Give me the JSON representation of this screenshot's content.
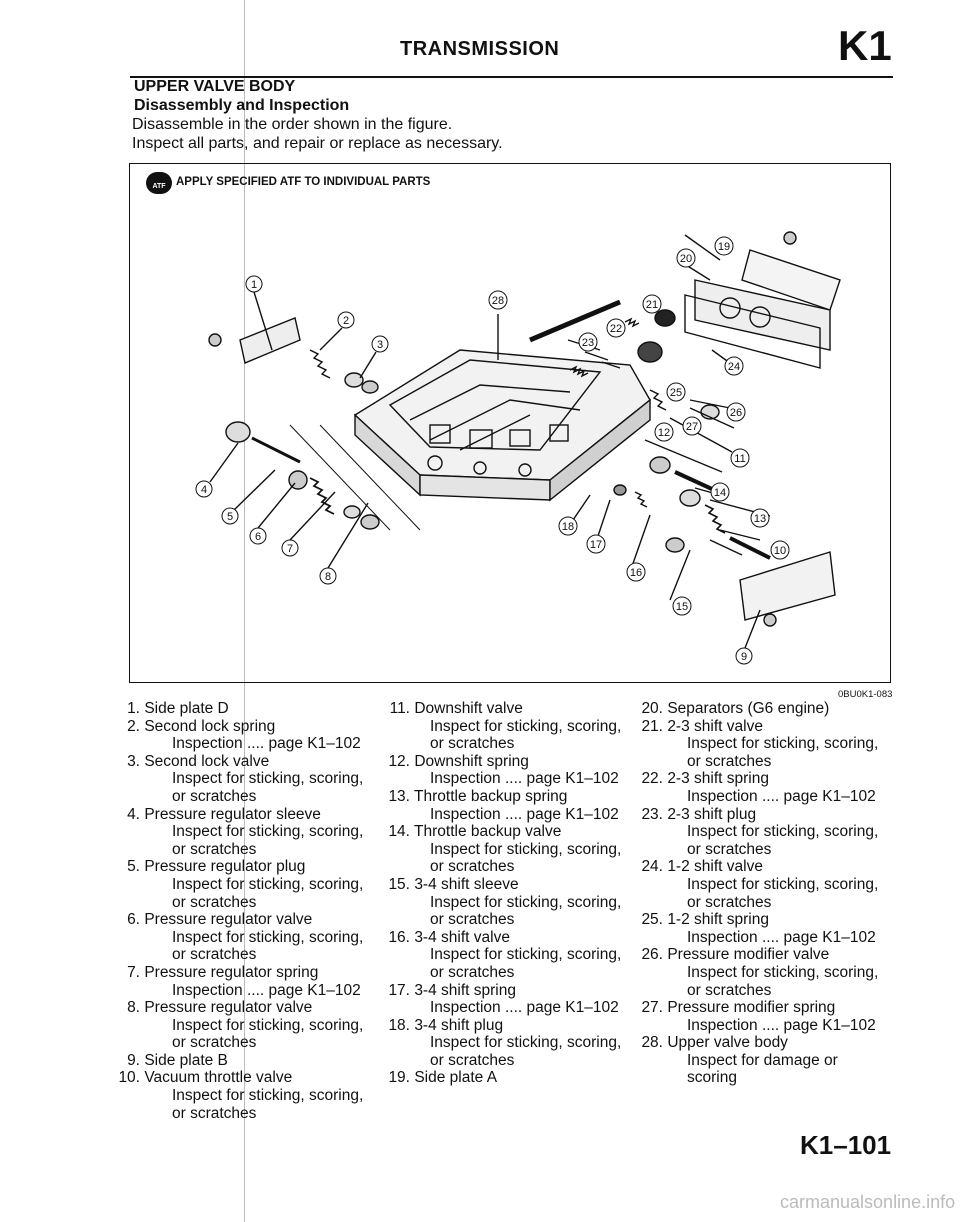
{
  "header": {
    "title": "TRANSMISSION",
    "section": "K1"
  },
  "section_title": "UPPER VALVE BODY",
  "section_subtitle": "Disassembly and Inspection",
  "intro_lines": [
    "Disassemble in the order shown in the figure.",
    "Inspect all parts, and repair or replace as necessary."
  ],
  "figure": {
    "atf_badge": "ATF",
    "atf_note": "APPLY SPECIFIED ATF TO INDIVIDUAL PARTS",
    "code": "0BU0K1-083",
    "callouts": [
      "1",
      "2",
      "3",
      "4",
      "5",
      "6",
      "7",
      "8",
      "9",
      "10",
      "11",
      "12",
      "13",
      "14",
      "15",
      "16",
      "17",
      "18",
      "19",
      "20",
      "21",
      "22",
      "23",
      "24",
      "25",
      "26",
      "27",
      "28"
    ]
  },
  "parts_columns": [
    [
      {
        "num": "1.",
        "lines": [
          "Side plate D"
        ]
      },
      {
        "num": "2.",
        "lines": [
          "Second lock spring",
          "Inspection .... page K1–102"
        ]
      },
      {
        "num": "3.",
        "lines": [
          "Second lock valve",
          "Inspect for sticking, scoring,",
          "or scratches"
        ]
      },
      {
        "num": "4.",
        "lines": [
          "Pressure regulator sleeve",
          "Inspect for sticking, scoring,",
          "or scratches"
        ]
      },
      {
        "num": "5.",
        "lines": [
          "Pressure regulator plug",
          "Inspect for sticking, scoring,",
          "or scratches"
        ]
      },
      {
        "num": "6.",
        "lines": [
          "Pressure regulator valve",
          "Inspect for sticking, scoring,",
          "or scratches"
        ]
      },
      {
        "num": "7.",
        "lines": [
          "Pressure regulator spring",
          "Inspection .... page K1–102"
        ]
      },
      {
        "num": "8.",
        "lines": [
          "Pressure regulator valve",
          "Inspect for sticking, scoring,",
          "or scratches"
        ]
      },
      {
        "num": "9.",
        "lines": [
          "Side plate B"
        ]
      },
      {
        "num": "10.",
        "lines": [
          "Vacuum throttle valve",
          "Inspect for sticking, scoring,",
          "or scratches"
        ]
      }
    ],
    [
      {
        "num": "11.",
        "lines": [
          "Downshift valve",
          "Inspect for sticking, scoring,",
          "or scratches"
        ]
      },
      {
        "num": "12.",
        "lines": [
          "Downshift spring",
          "Inspection .... page K1–102"
        ]
      },
      {
        "num": "13.",
        "lines": [
          "Throttle backup spring",
          "Inspection .... page K1–102"
        ]
      },
      {
        "num": "14.",
        "lines": [
          "Throttle backup valve",
          "Inspect for sticking, scoring,",
          "or scratches"
        ]
      },
      {
        "num": "15.",
        "lines": [
          "3-4 shift sleeve",
          "Inspect for sticking, scoring,",
          "or scratches"
        ]
      },
      {
        "num": "16.",
        "lines": [
          "3-4 shift valve",
          "Inspect for sticking, scoring,",
          "or scratches"
        ]
      },
      {
        "num": "17.",
        "lines": [
          "3-4 shift spring",
          "Inspection .... page K1–102"
        ]
      },
      {
        "num": "18.",
        "lines": [
          "3-4 shift plug",
          "Inspect for sticking, scoring,",
          "or scratches"
        ]
      },
      {
        "num": "19.",
        "lines": [
          "Side plate A"
        ]
      }
    ],
    [
      {
        "num": "20.",
        "lines": [
          "Separators (G6 engine)"
        ]
      },
      {
        "num": "21.",
        "lines": [
          "2-3 shift valve",
          "Inspect for sticking, scoring,",
          "or scratches"
        ]
      },
      {
        "num": "22.",
        "lines": [
          "2-3 shift spring",
          "Inspection .... page K1–102"
        ]
      },
      {
        "num": "23.",
        "lines": [
          "2-3 shift plug",
          "Inspect for sticking, scoring,",
          "or scratches"
        ]
      },
      {
        "num": "24.",
        "lines": [
          "1-2 shift valve",
          "Inspect for sticking, scoring,",
          "or scratches"
        ]
      },
      {
        "num": "25.",
        "lines": [
          "1-2 shift spring",
          "Inspection .... page K1–102"
        ]
      },
      {
        "num": "26.",
        "lines": [
          "Pressure modifier valve",
          "Inspect for sticking, scoring,",
          "or scratches"
        ]
      },
      {
        "num": "27.",
        "lines": [
          "Pressure modifier spring",
          "Inspection .... page K1–102"
        ]
      },
      {
        "num": "28.",
        "lines": [
          "Upper valve body",
          "Inspect for damage or",
          "scoring"
        ]
      }
    ]
  ],
  "page_number": "K1–101",
  "footer": "carmanualsonline.info"
}
